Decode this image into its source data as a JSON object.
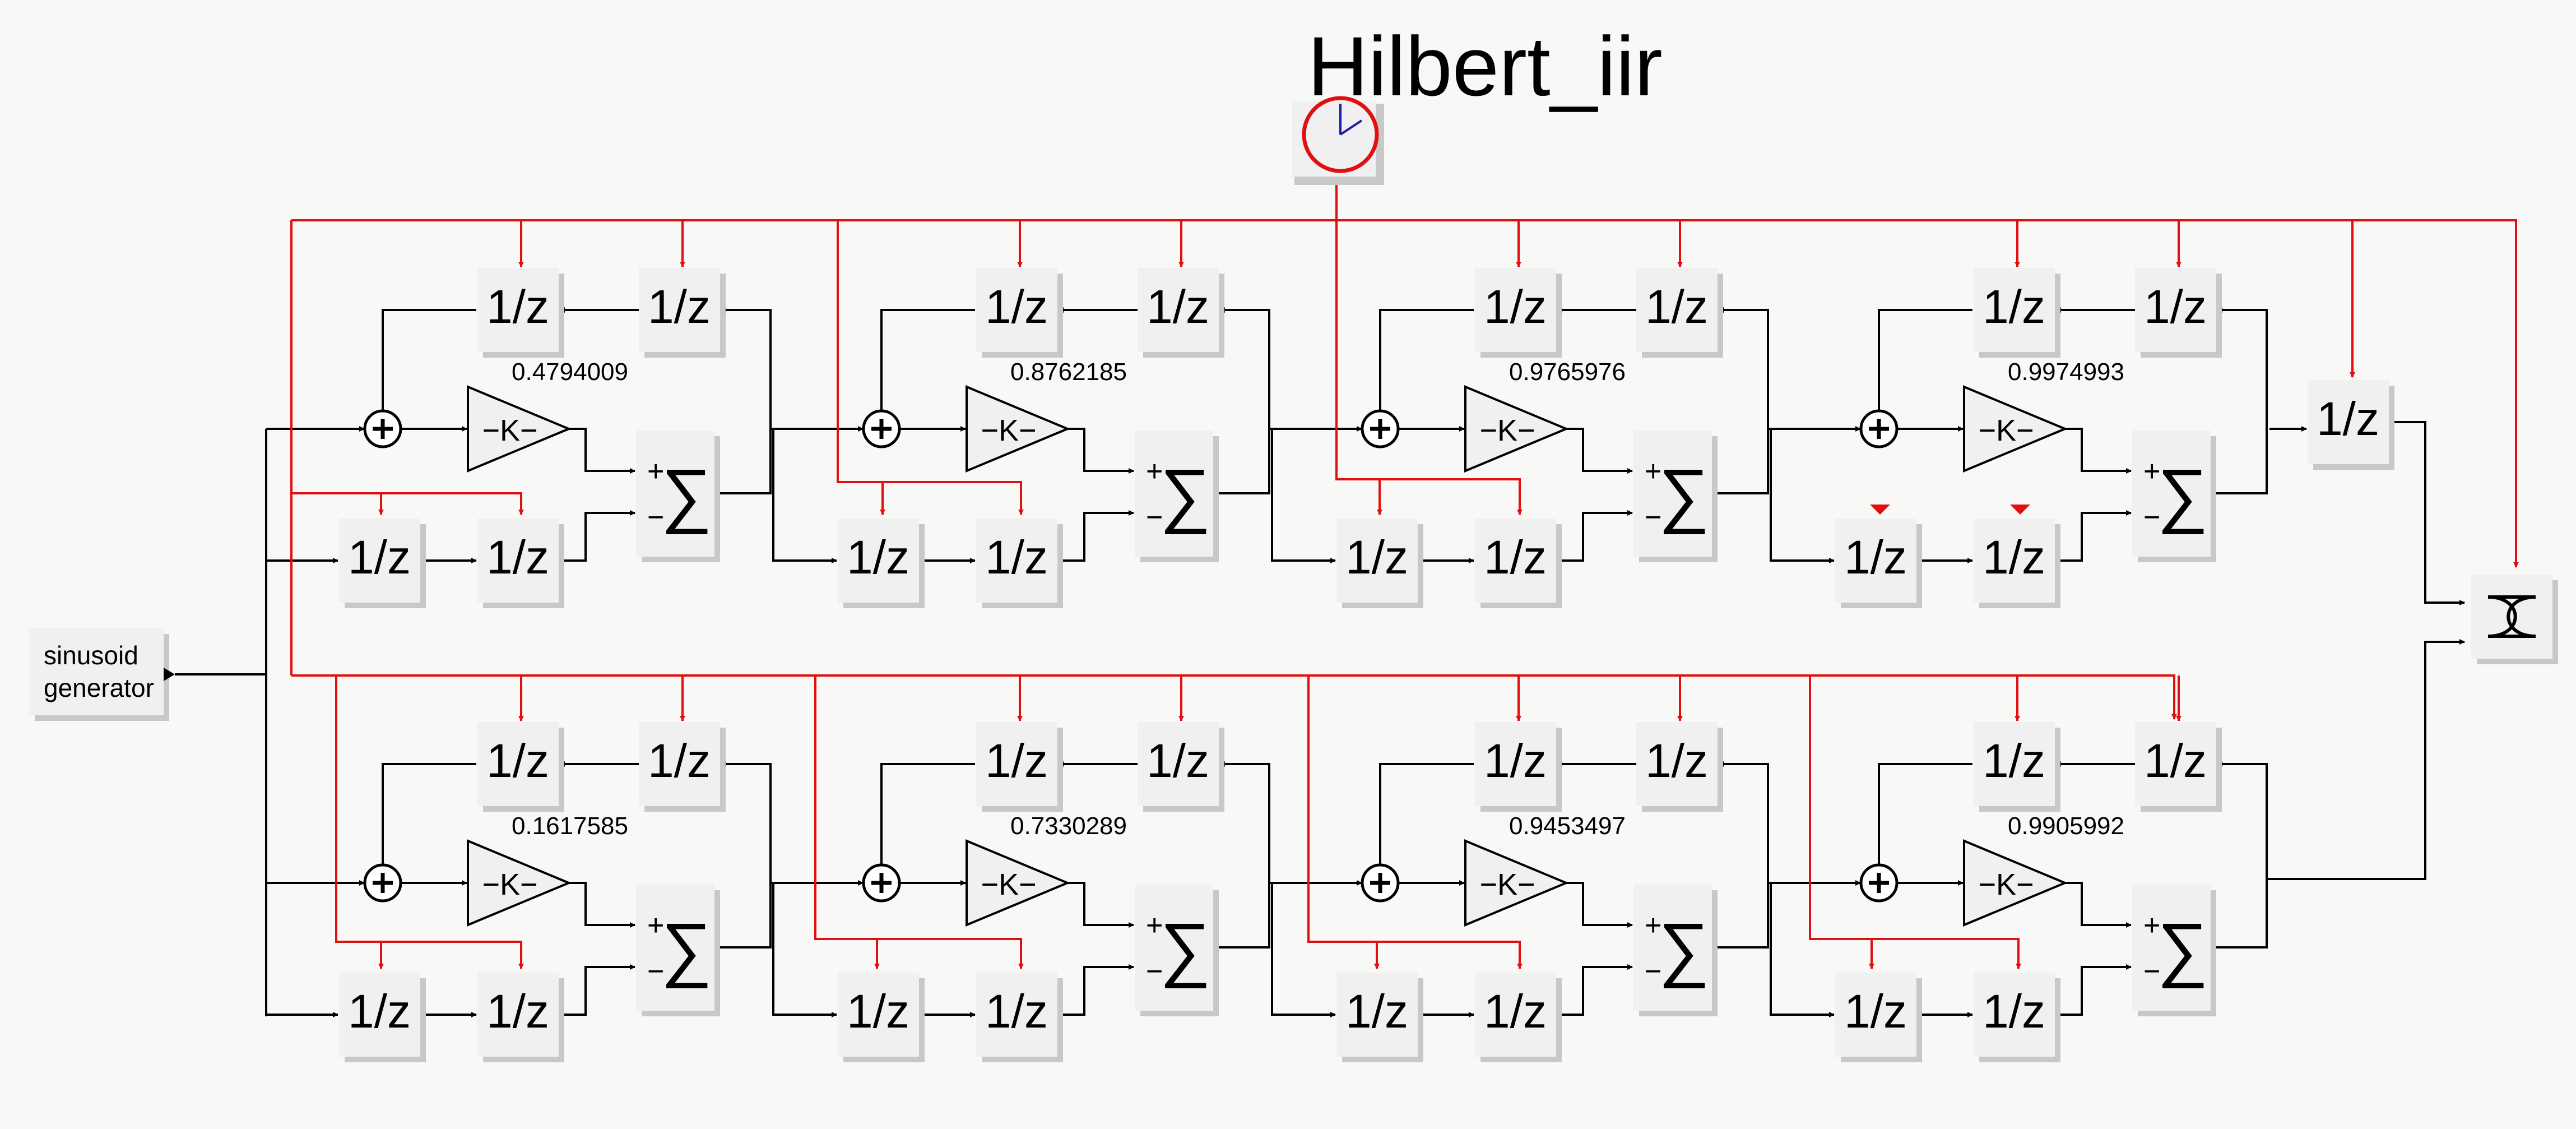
{
  "title": "Hilbert_iir",
  "source": {
    "line1": "sinusoid",
    "line2": "generator"
  },
  "delay_label": "1/z",
  "gain_label": "−K−",
  "sum_signs": {
    "plus": "+",
    "minus": "−",
    "sigma": "∑"
  },
  "adder_symbol": "+",
  "sections": [
    {
      "row": "top",
      "gain": "0.4794009"
    },
    {
      "row": "top",
      "gain": "0.8762185"
    },
    {
      "row": "top",
      "gain": "0.9765976"
    },
    {
      "row": "top",
      "gain": "0.9974993"
    },
    {
      "row": "bottom",
      "gain": "0.1617585"
    },
    {
      "row": "bottom",
      "gain": "0.7330289"
    },
    {
      "row": "bottom",
      "gain": "0.9453497"
    },
    {
      "row": "bottom",
      "gain": "0.9905992"
    }
  ],
  "colors": {
    "wire": "#000000",
    "clock_wire": "#e01010",
    "block_face": "#f0f0f0",
    "block_shadow": "#c8c8c8",
    "clock_hand": "#1a1aa8"
  }
}
